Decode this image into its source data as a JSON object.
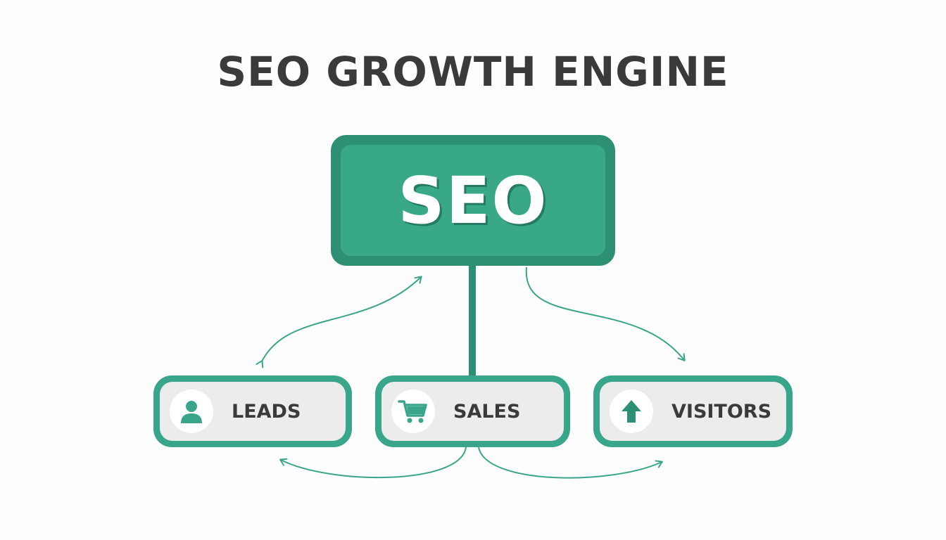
{
  "title": "SEO GROWTH ENGINE",
  "hub": {
    "label": "SEO"
  },
  "nodes": [
    {
      "label": "LEADS",
      "icon": "user-icon"
    },
    {
      "label": "SALES",
      "icon": "shopping-cart-icon"
    },
    {
      "label": "VISITORS",
      "icon": "up-arrow-icon"
    }
  ],
  "colors": {
    "primary_dark": "#2d8f74",
    "primary": "#38a889",
    "pill_fill": "#ececec",
    "text_dark": "#3a3a3a",
    "text_light": "#ffffff"
  }
}
